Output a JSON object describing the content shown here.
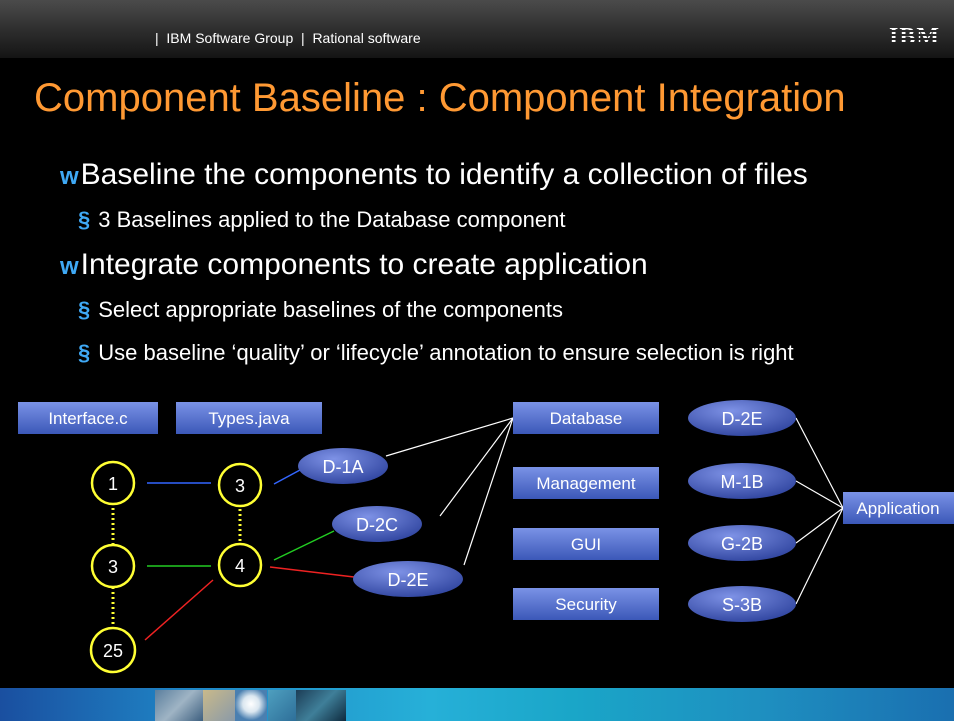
{
  "header": {
    "org": "|  IBM Software Group  |  Rational software",
    "logo": "IBM"
  },
  "title": "Component Baseline : Component Integration",
  "bullets": [
    {
      "text": "Baseline the components to identify a collection of files",
      "sub": [
        "3 Baselines applied to the Database component"
      ]
    },
    {
      "text": "Integrate components to create application",
      "sub": [
        "Select appropriate baselines of the components",
        "Use baseline ‘quality’ or ‘lifecycle’ annotation to ensure selection is right"
      ]
    }
  ],
  "markers": {
    "level1": "w",
    "level2": "§"
  },
  "diagram": {
    "files": [
      "Interface.c",
      "Types.java"
    ],
    "interface_versions": [
      "1",
      "3",
      "25"
    ],
    "types_versions": [
      "3",
      "4"
    ],
    "baselines": [
      "D-1A",
      "D-2C",
      "D-2E"
    ],
    "components": [
      "Database",
      "Management",
      "GUI",
      "Security"
    ],
    "selected_baselines": [
      "D-2E",
      "M-1B",
      "G-2B",
      "S-3B"
    ],
    "application": "Application"
  },
  "colors": {
    "title": "#ff9933",
    "marker": "#3fa9f5",
    "box": "#4f6fd0",
    "circle": "#ffff33",
    "line_blue": "#3366ff",
    "line_green": "#22cc22",
    "line_red": "#ee2222"
  }
}
